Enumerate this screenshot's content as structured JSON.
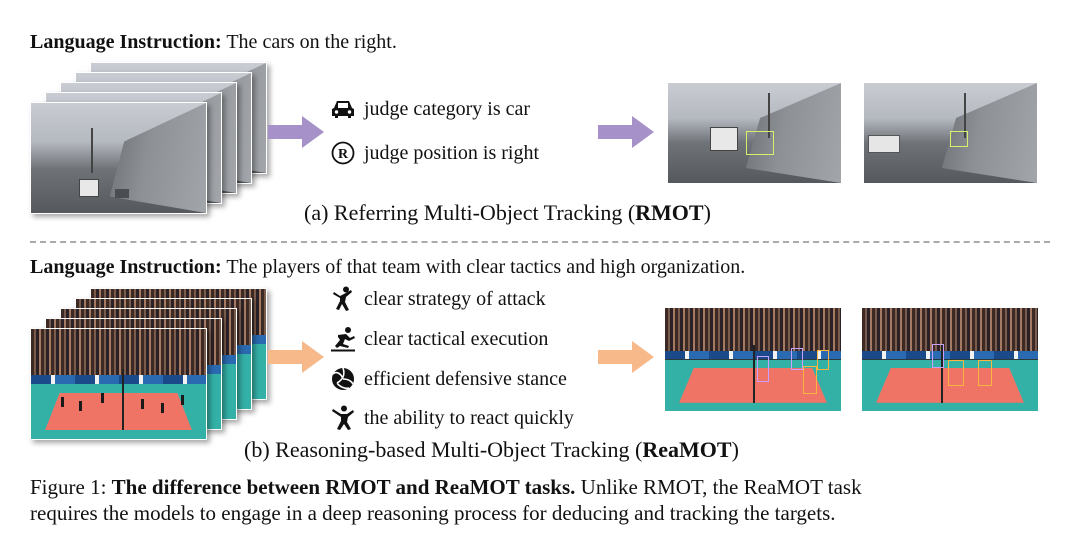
{
  "rmot": {
    "instruction_label": "Language Instruction:",
    "instruction_text": "The cars on the right.",
    "reasons": [
      {
        "icon": "car-icon",
        "text": "judge category is car"
      },
      {
        "icon": "registered-r-icon",
        "text": "judge position is right"
      }
    ],
    "caption_prefix": "(a) Referring Multi-Object Tracking (",
    "caption_bold": "RMOT",
    "caption_suffix": ")",
    "arrow_color": "#a692c9"
  },
  "reamot": {
    "instruction_label": "Language Instruction:",
    "instruction_text": "The players of that team with clear tactics and high organization.",
    "reasons": [
      {
        "icon": "attacking-player-icon",
        "text": "clear strategy of attack"
      },
      {
        "icon": "sliding-player-icon",
        "text": "clear tactical execution"
      },
      {
        "icon": "volleyball-icon",
        "text": "efficient defensive stance"
      },
      {
        "icon": "reacting-player-icon",
        "text": "the ability to react quickly"
      }
    ],
    "caption_prefix": "(b) Reasoning-based Multi-Object Tracking (",
    "caption_bold": "ReaMOT",
    "caption_suffix": ")",
    "arrow_color": "#f7b98a"
  },
  "figure": {
    "label": "Figure 1: ",
    "bold": "The difference between RMOT and ReaMOT tasks.",
    "text_line1": " Unlike RMOT, the ReaMOT task",
    "text_line2": "requires the models to engage in a deep reasoning process for deducing and tracking the targets."
  }
}
